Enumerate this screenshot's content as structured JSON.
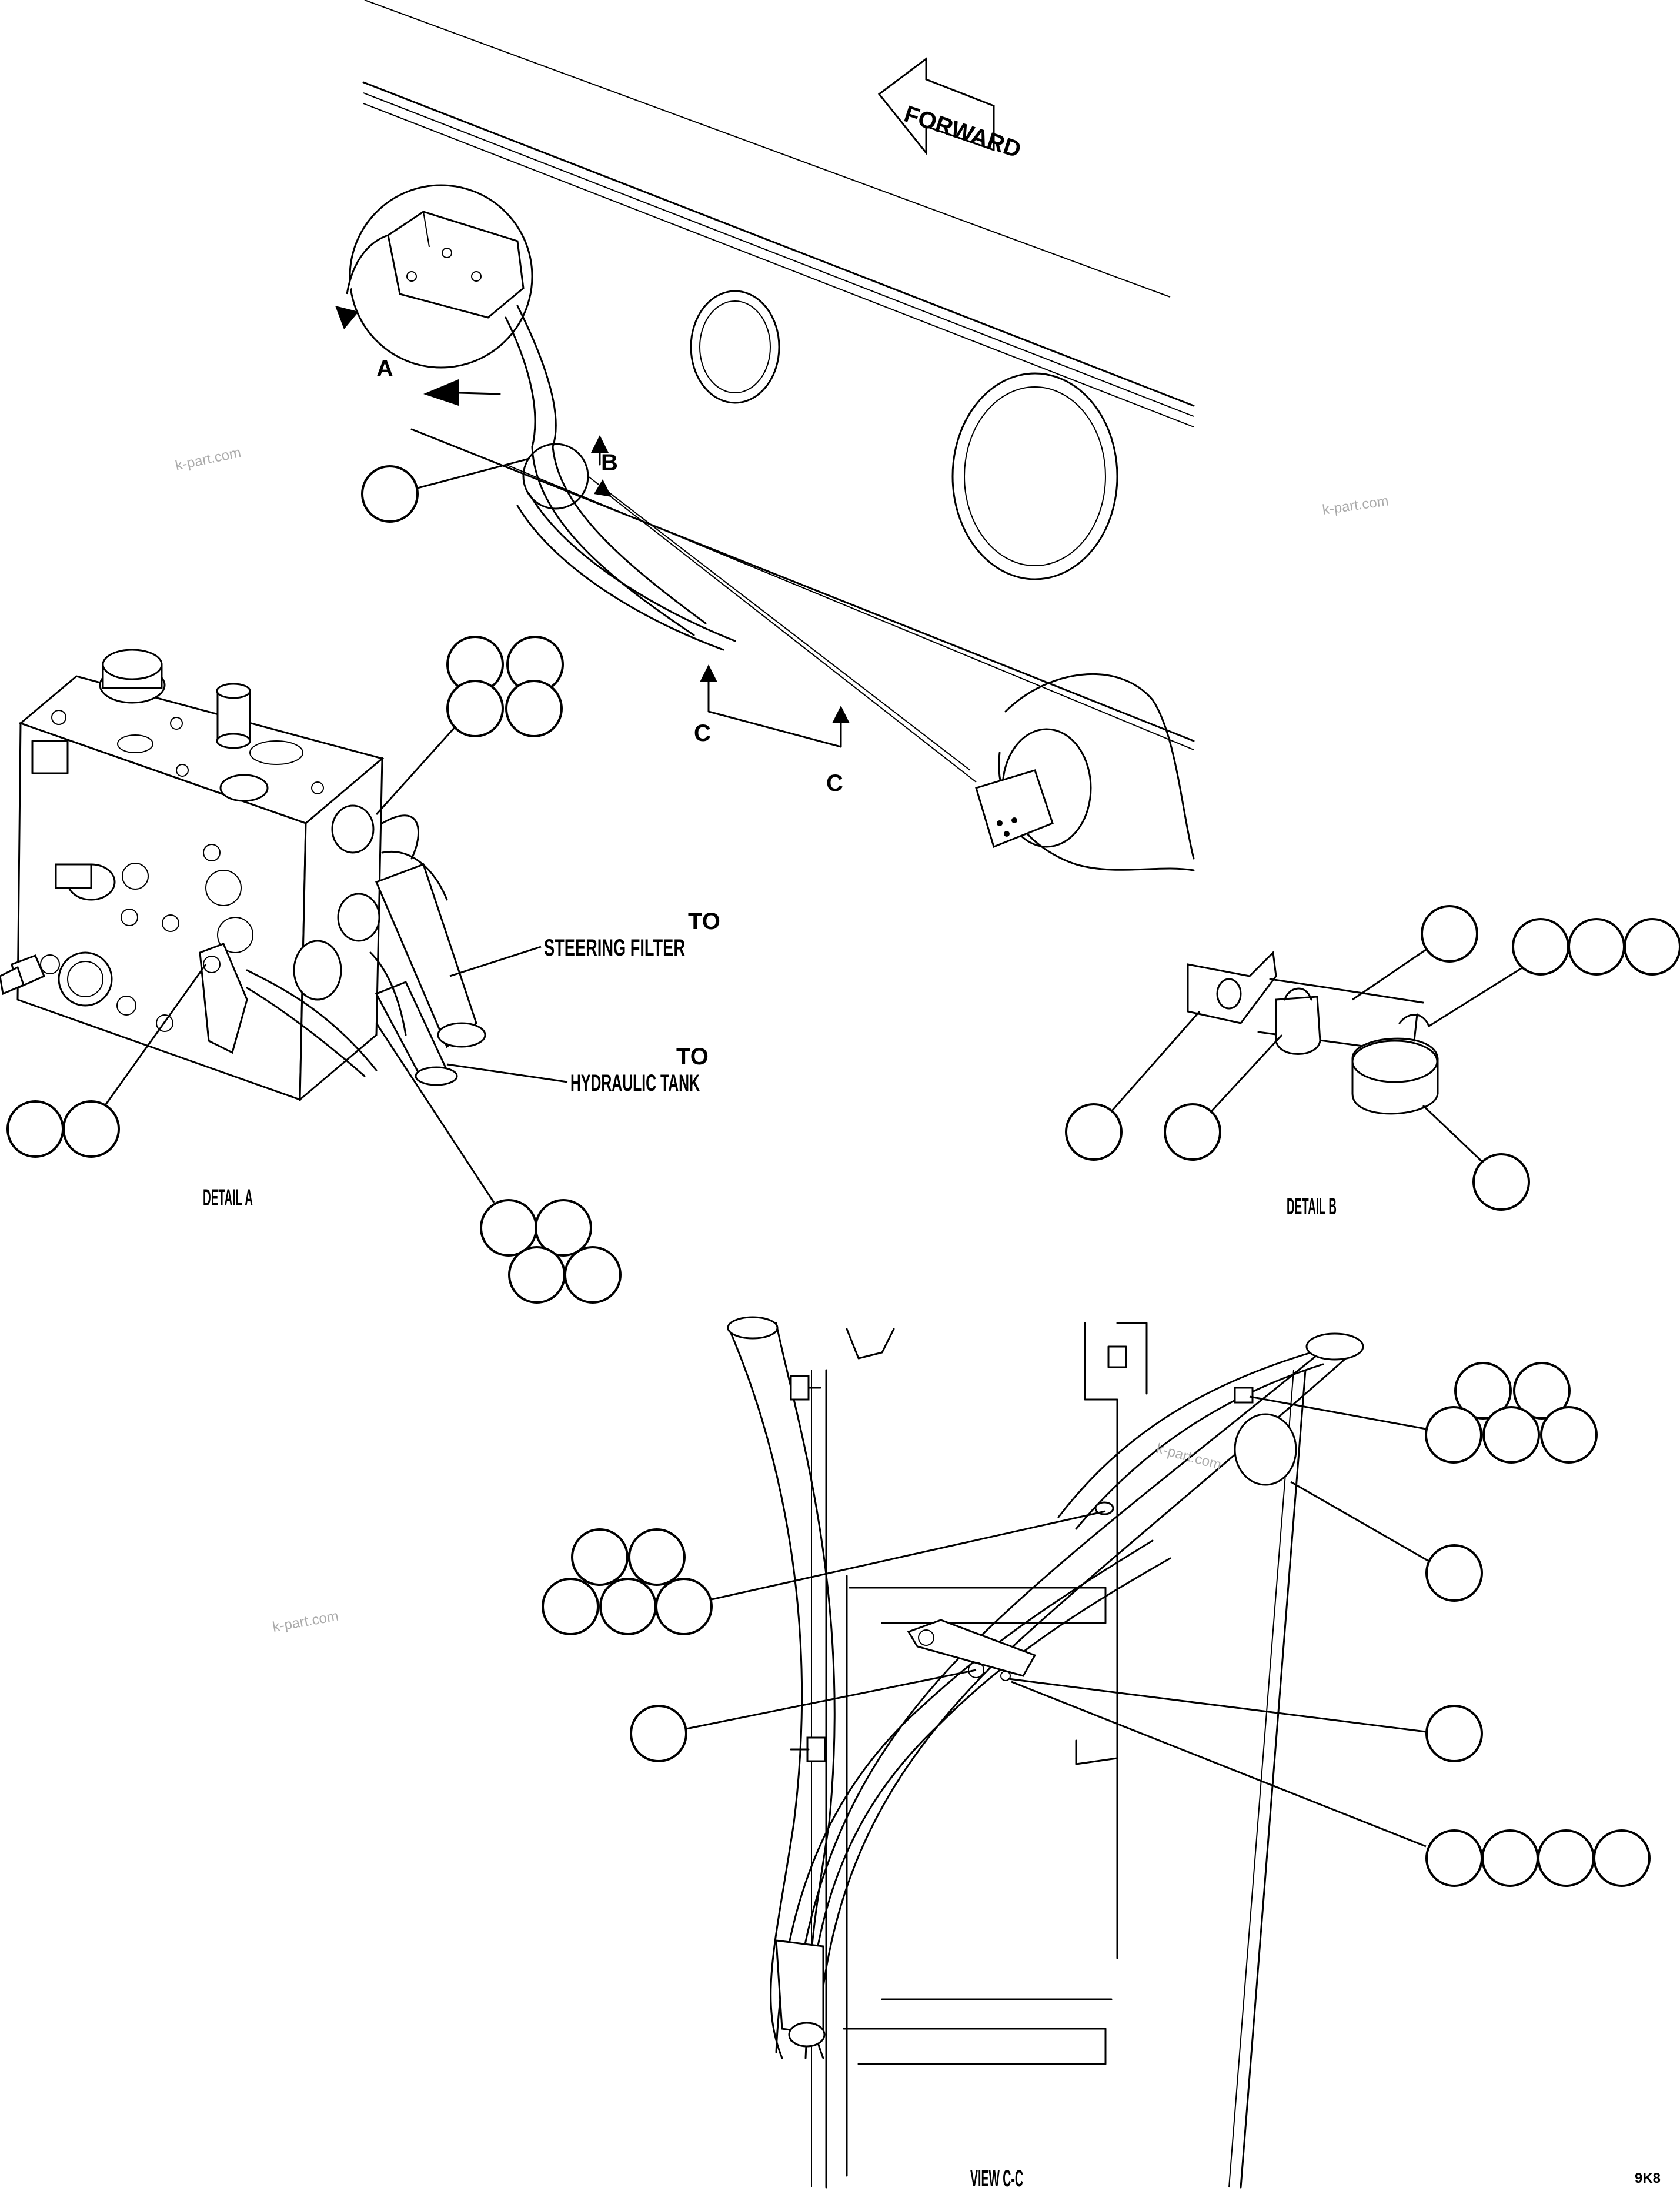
{
  "labels": {
    "forward": "FORWARD",
    "ref_a": "A",
    "ref_b": "B",
    "ref_c1": "C",
    "ref_c2": "C",
    "to_1": "TO",
    "steering_filter": "STEERING FILTER",
    "to_2": "TO",
    "hydraulic_tank": "HYDRAULIC TANK",
    "detail_a": "DETAIL A",
    "detail_b": "DETAIL B",
    "view_cc": "VIEW C-C",
    "figure_code": "9K8"
  },
  "watermarks": [
    "k-part.com",
    "k-part.com",
    "k-part.com",
    "k-part.com"
  ]
}
